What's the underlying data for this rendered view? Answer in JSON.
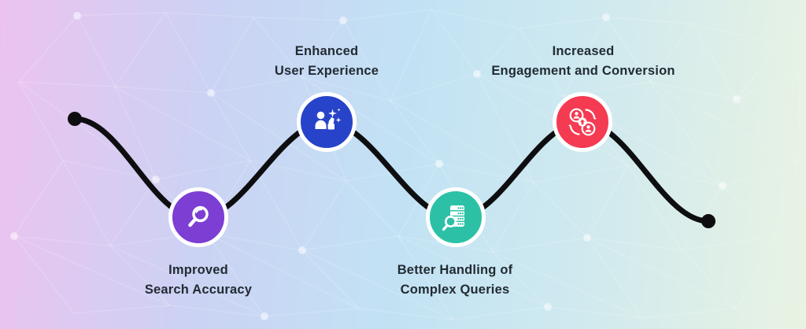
{
  "canvas": {
    "background_gradient": [
      "#ecc3f0",
      "#cbd2f3",
      "#c2e2f4",
      "#cfe9ef",
      "#e9f3e3"
    ],
    "mesh_color": "#ffffff"
  },
  "timeline": {
    "line_color": "#0e0e10",
    "label_color": "#222b33",
    "milestones": [
      {
        "label_line1": "Improved",
        "label_line2": "Search Accuracy",
        "color": "#7c3ed3",
        "icon": "magnifier-icon",
        "label_position": "below"
      },
      {
        "label_line1": "Enhanced",
        "label_line2": "User Experience",
        "color": "#2743c9",
        "icon": "user-thumbsup-sparkles-icon",
        "label_position": "above"
      },
      {
        "label_line1": "Better Handling of",
        "label_line2": "Complex Queries",
        "color": "#2cc1a6",
        "icon": "database-magnifier-icon",
        "label_position": "below"
      },
      {
        "label_line1": "Increased",
        "label_line2": "Engagement and Conversion",
        "color": "#f43b52",
        "icon": "users-conversion-cycle-icon",
        "label_position": "above"
      }
    ]
  }
}
